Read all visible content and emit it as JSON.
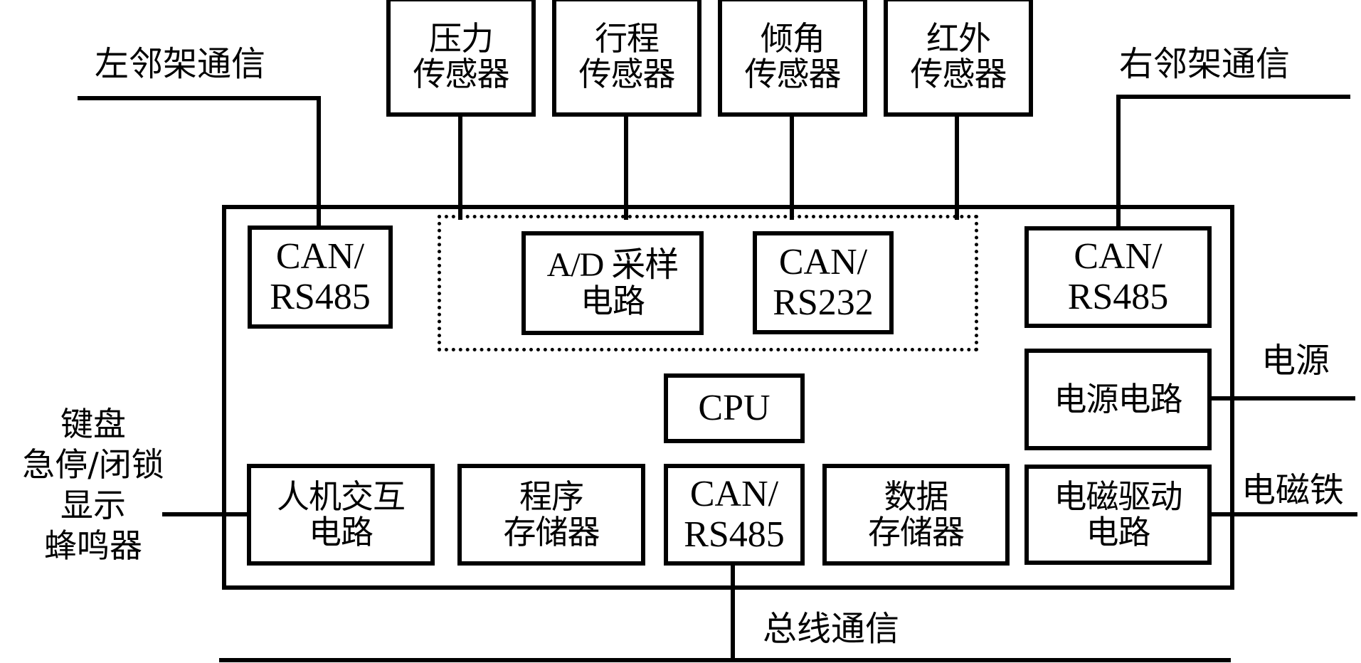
{
  "diagram": {
    "external_labels": {
      "left_neighbor": "左邻架通信",
      "right_neighbor": "右邻架通信",
      "power": "电源",
      "electromagnet": "电磁铁",
      "bus": "总线通信",
      "hmi_peripherals": [
        "键盘",
        "急停/闭锁",
        "显示",
        "蜂鸣器"
      ]
    },
    "sensors": [
      {
        "line1": "压力",
        "line2": "传感器"
      },
      {
        "line1": "行程",
        "line2": "传感器"
      },
      {
        "line1": "倾角",
        "line2": "传感器"
      },
      {
        "line1": "红外",
        "line2": "传感器"
      }
    ],
    "modules": {
      "left_can": {
        "line1": "CAN/",
        "line2": "RS485"
      },
      "ad_sampling": {
        "line1": "A/D 采样",
        "line2": "电路"
      },
      "can_rs232": {
        "line1": "CAN/",
        "line2": "RS232"
      },
      "right_can": {
        "line1": "CAN/",
        "line2": "RS485"
      },
      "power_circuit": {
        "line1": "电源电路"
      },
      "cpu": {
        "line1": "CPU"
      },
      "hmi_circuit": {
        "line1": "人机交互",
        "line2": "电路"
      },
      "program_memory": {
        "line1": "程序",
        "line2": "存储器"
      },
      "bus_can": {
        "line1": "CAN/",
        "line2": "RS485"
      },
      "data_memory": {
        "line1": "数据",
        "line2": "存储器"
      },
      "em_drive": {
        "line1": "电磁驱动",
        "line2": "电路"
      }
    }
  }
}
